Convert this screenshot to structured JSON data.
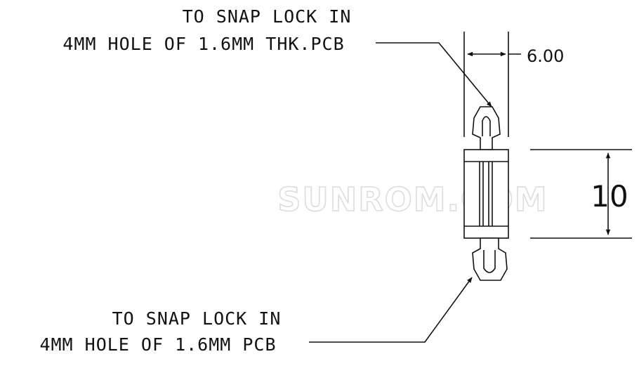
{
  "watermark": "SUNROM.COM",
  "top_note": {
    "line1": "TO SNAP LOCK IN",
    "line2": "4MM HOLE OF 1.6MM THK.PCB"
  },
  "bottom_note": {
    "line1": "TO SNAP LOCK IN",
    "line2": "4MM HOLE OF 1.6MM PCB"
  },
  "dimensions": {
    "width_label": "6.00",
    "height_label": "10"
  },
  "colors": {
    "line": "#111111",
    "watermark": "#dcdcdc",
    "background": "#ffffff"
  }
}
